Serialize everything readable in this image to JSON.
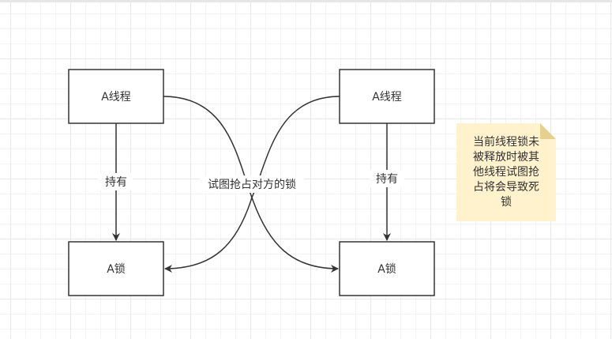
{
  "nodes": {
    "thread_left": "A线程",
    "thread_right": "A线程",
    "lock_left": "A锁",
    "lock_right": "A锁"
  },
  "edges": {
    "hold_left": "持有",
    "hold_right": "持有",
    "contend": "试图抢占对方的锁"
  },
  "note": {
    "lines": [
      "当前线程锁未",
      "被释放时被其",
      "他线程试图抢",
      "占将会导致死",
      "锁"
    ],
    "fill": "#fff2cc",
    "fold": "#e6d08f"
  }
}
